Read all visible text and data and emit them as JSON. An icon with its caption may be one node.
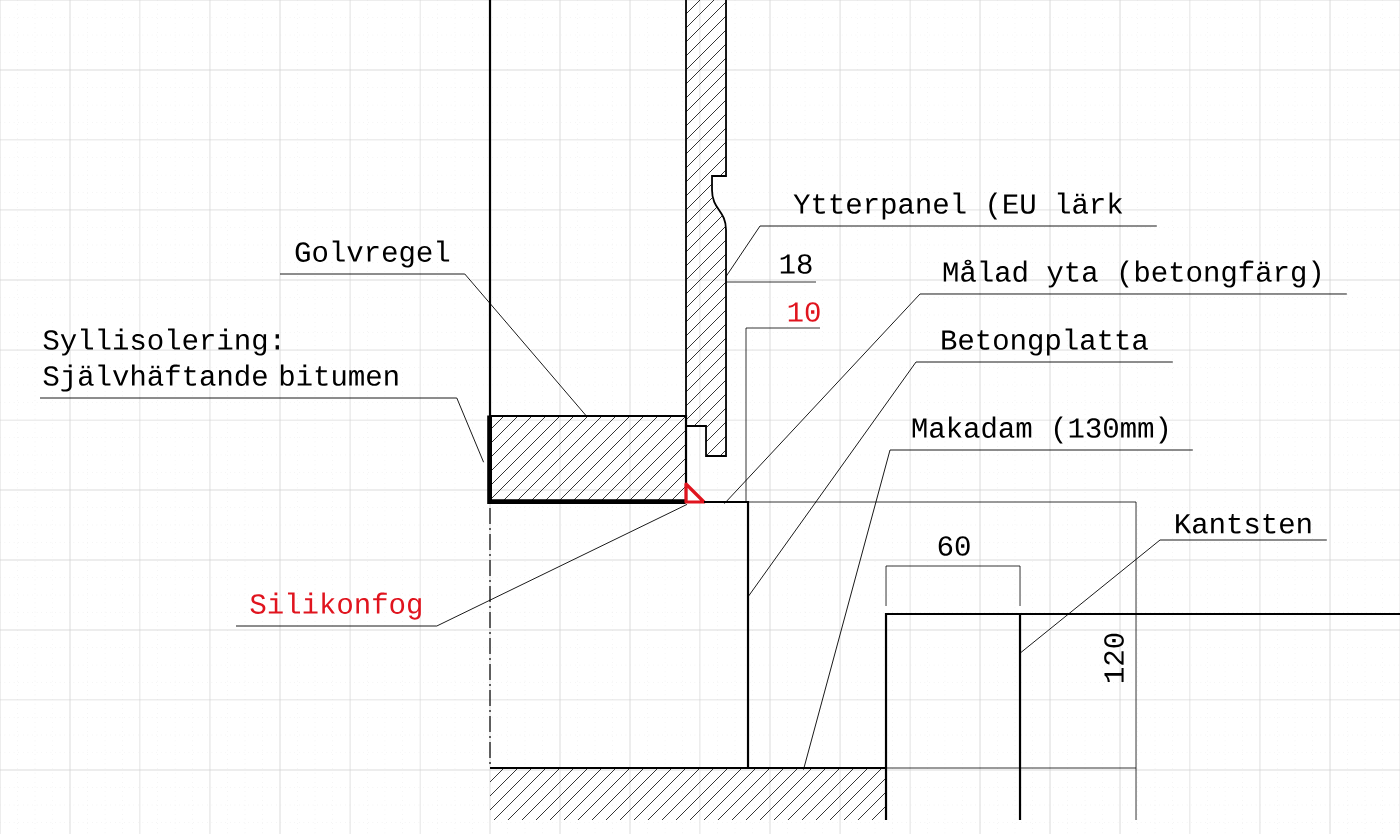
{
  "diagram": {
    "nodes": [
      {
        "text": [
          "Ytterpanel (EU lärk"
        ]
      },
      {
        "text": [
          "Golvregel"
        ]
      },
      {
        "text": [
          "Syllisolering: Självhäftande bitumen"
        ]
      },
      {
        "text": [
          "Målad yta (betongfärg)"
        ]
      },
      {
        "text": [
          "Betongplatta"
        ]
      },
      {
        "text": [
          "Makadam (130mm)"
        ]
      },
      {
        "text": [
          "Kantsten"
        ]
      },
      {
        "text": [
          "Silikonfog"
        ]
      },
      {
        "text": [],
        "shape": "box"
      },
      {
        "text": [],
        "shape": "box"
      },
      {
        "text": [],
        "shape": "bar",
        "in": 9
      },
      {
        "text": [],
        "shape": "triangle"
      },
      {
        "text": [],
        "shape": "box"
      },
      {
        "text": [],
        "shape": "box"
      },
      {
        "text": [],
        "shape": "box"
      }
    ],
    "edges": [
      {
        "from": 0,
        "to": 8,
        "arrow": "none"
      },
      {
        "from": 1,
        "to": 9,
        "arrow": "none"
      },
      {
        "from": 2,
        "to": 10,
        "arrow": "none"
      },
      {
        "from": 3,
        "to": 12,
        "arrow": "none"
      },
      {
        "from": 4,
        "to": 12,
        "arrow": "none"
      },
      {
        "from": 5,
        "to": 13,
        "arrow": "none"
      },
      {
        "from": 6,
        "to": 14,
        "arrow": "none"
      },
      {
        "from": 7,
        "to": 11,
        "arrow": "none"
      }
    ],
    "labels": [
      "18",
      "10",
      "60",
      "120"
    ]
  }
}
